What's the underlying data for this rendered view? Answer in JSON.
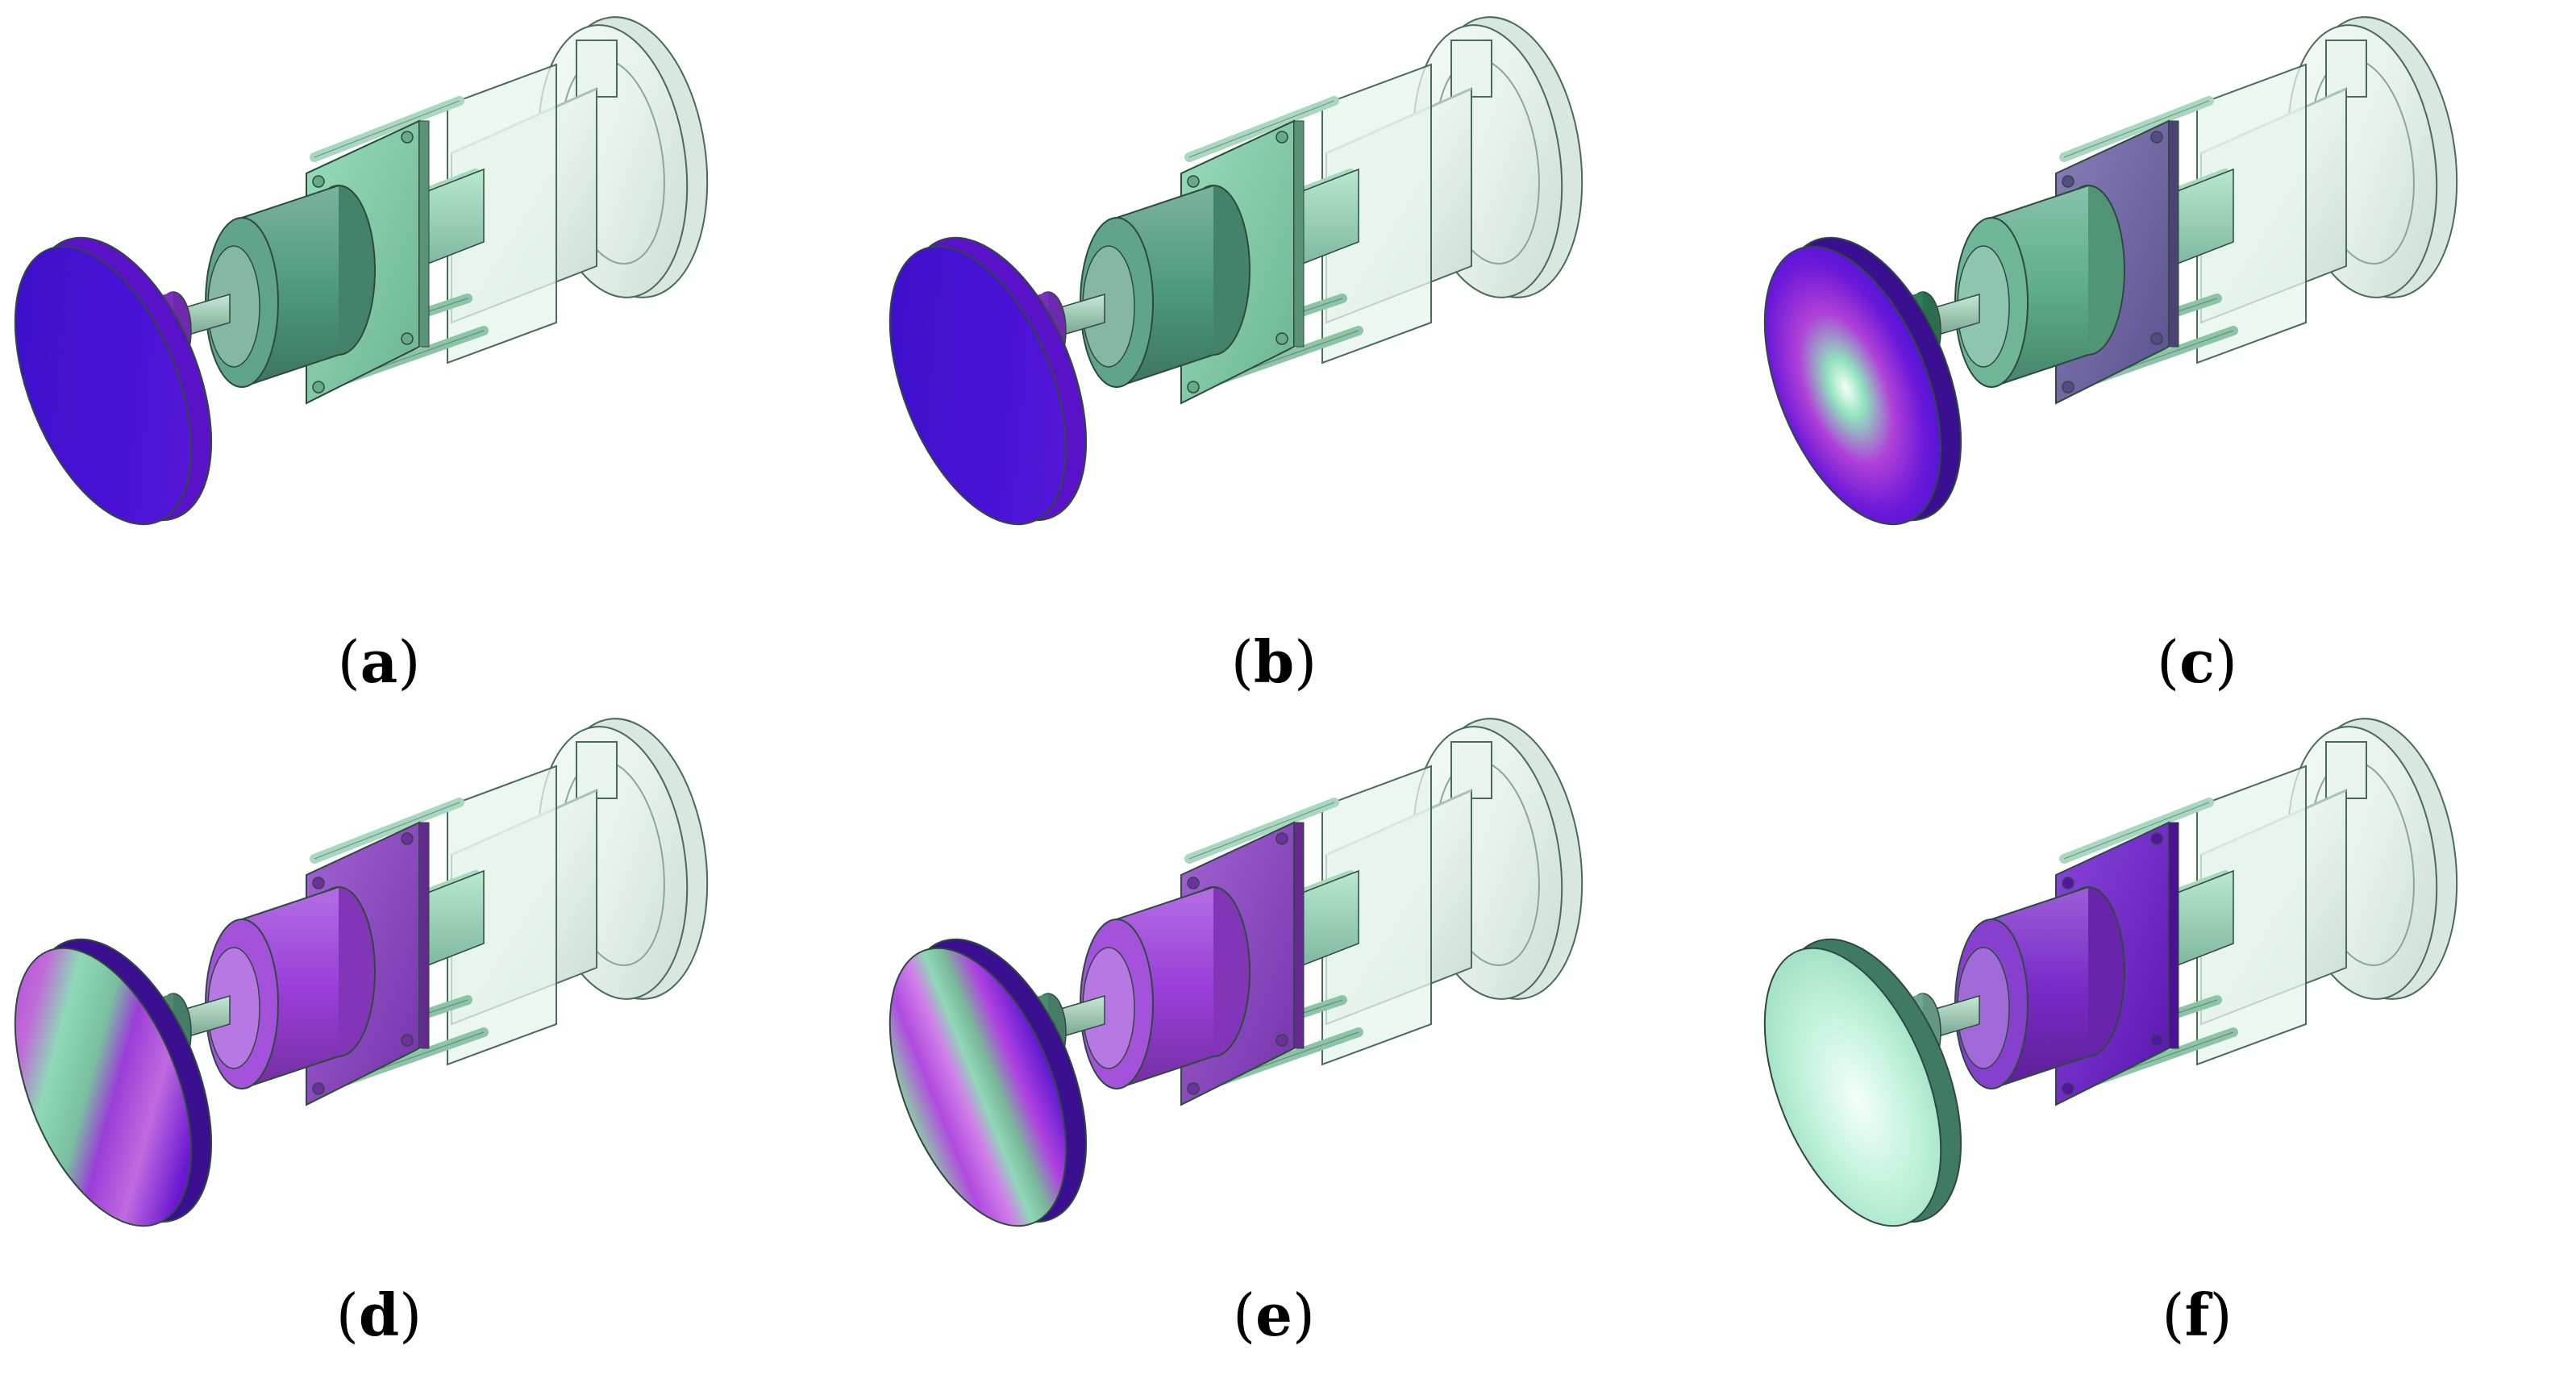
{
  "panels": [
    {
      "label": "a",
      "scheme": "uniform",
      "colors": {
        "disk": "#4a12d6",
        "hub": "#7a2fc0",
        "motor": "#4f9a7f",
        "plate": "#7fd4aa",
        "rear": "#e6f2ea"
      }
    },
    {
      "label": "b",
      "scheme": "uniform",
      "colors": {
        "disk": "#4a12d6",
        "hub": "#7a2fc0",
        "motor": "#4f9a7f",
        "plate": "#7fd4aa",
        "rear": "#e6f2ea"
      }
    },
    {
      "label": "c",
      "scheme": "radial",
      "colors": {
        "disk": "#4a12d6",
        "hub": "#2f7a58",
        "motor": "#5fae8d",
        "plate": "#6a5fa8",
        "rear": "#e6f2ea"
      }
    },
    {
      "label": "d",
      "scheme": "stripe-diagonal",
      "colors": {
        "disk": "#8a26d8",
        "hub": "#4d8a70",
        "motor": "#9a3ed8",
        "plate": "#8a3cc8",
        "rear": "#e6f2ea"
      }
    },
    {
      "label": "e",
      "scheme": "stripe-vertical",
      "colors": {
        "disk": "#8a26d8",
        "hub": "#4d8a70",
        "motor": "#9a3ed8",
        "plate": "#8a3cc8",
        "rear": "#e6f2ea"
      }
    },
    {
      "label": "f",
      "scheme": "light",
      "colors": {
        "disk": "#bdf1da",
        "hub": "#6ea890",
        "motor": "#7a2ac8",
        "plate": "#6a18d0",
        "rear": "#e6f2ea"
      }
    }
  ],
  "colors": {
    "mint": "#bdf1da",
    "violet": "#4a12d6",
    "purple": "#9a3ed8",
    "outline": "#2e4a3c"
  }
}
